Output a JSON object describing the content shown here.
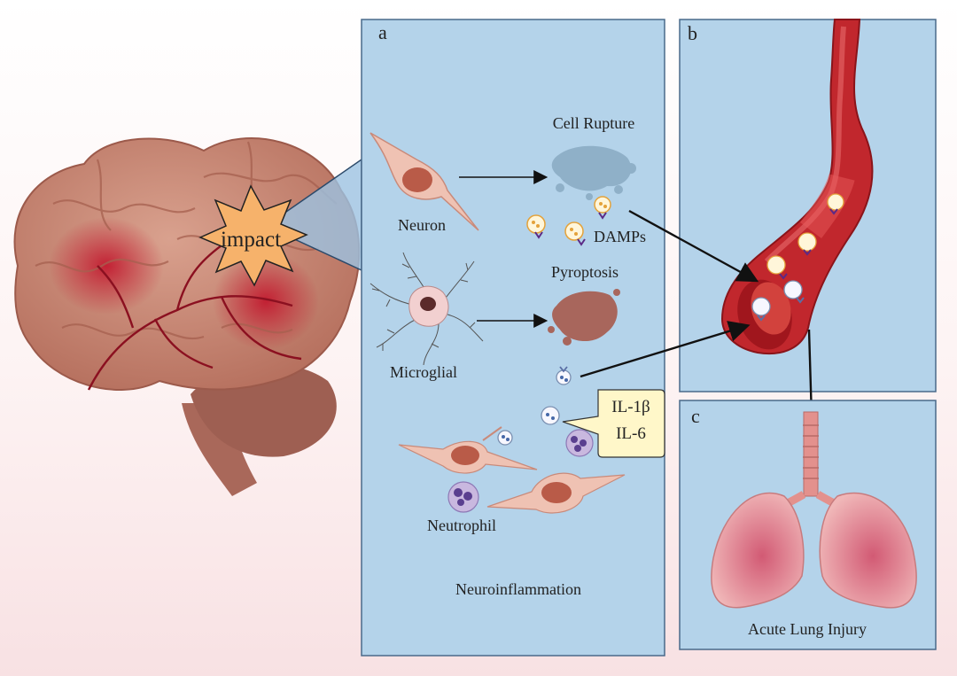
{
  "impact_label": "impact",
  "panel_a": {
    "letter": "a",
    "cell_rupture": "Cell Rupture",
    "neuron": "Neuron",
    "damps": "DAMPs",
    "pyroptosis": "Pyroptosis",
    "microglial": "Microglial",
    "il1b": "IL-1β",
    "il6": "IL-6",
    "neutrophil": "Neutrophil",
    "footer": "Neuroinflammation"
  },
  "panel_b": {
    "letter": "b"
  },
  "panel_c": {
    "letter": "c",
    "caption": "Acute Lung Injury"
  },
  "colors": {
    "panel_fill": "#b4d3ea",
    "panel_border": "#4a6a8a",
    "blood_vessel": "#c1272d",
    "brain": "#c98a7a",
    "impact_burst": "#f6b26b",
    "lung": "#e7a9ad",
    "callout": "#fff7c9"
  }
}
